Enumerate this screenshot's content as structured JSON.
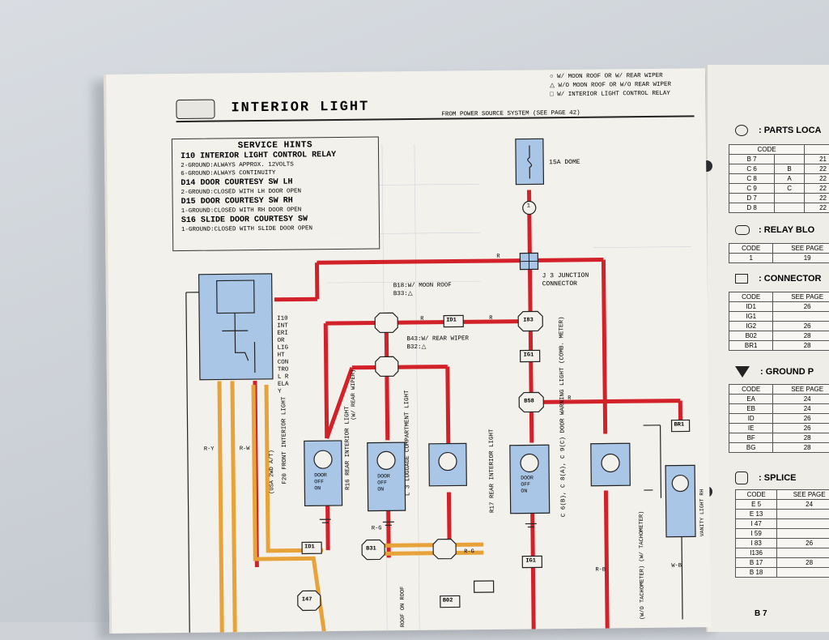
{
  "page": {
    "title": "INTERIOR LIGHT",
    "legend": [
      "○ W/ MOON ROOF OR W/ REAR WIPER",
      "△ W/O MOON ROOF OR W/O REAR WIPER",
      "□ W/ INTERIOR LIGHT CONTROL RELAY"
    ],
    "power_source": "FROM POWER SOURCE SYSTEM (SEE PAGE 42)",
    "service_hints": {
      "title": "SERVICE HINTS",
      "items": [
        {
          "code": "I10",
          "name": "INTERIOR LIGHT CONTROL RELAY",
          "lines": [
            "2-GROUND:ALWAYS APPROX. 12VOLTS",
            "6-GROUND:ALWAYS CONTINUITY"
          ]
        },
        {
          "code": "D14",
          "name": "DOOR COURTESY SW LH",
          "lines": [
            "2-GROUND:CLOSED WITH LH DOOR OPEN"
          ]
        },
        {
          "code": "D15",
          "name": "DOOR COURTESY SW RH",
          "lines": [
            "1-GROUND:CLOSED WITH RH DOOR OPEN"
          ]
        },
        {
          "code": "S16",
          "name": "SLIDE DOOR COURTESY SW",
          "lines": [
            "1-GROUND:CLOSED WITH SLIDE DOOR OPEN"
          ]
        }
      ]
    }
  },
  "diagram": {
    "fuse": "15A DOME",
    "junction_connector": "J 3 JUNCTION CONNECTOR",
    "relay_label": "I10 INTERIOR LIGHT CONTROL RELAY",
    "moon_roof_note": "B18:W/ MOON ROOF B33:△",
    "rear_wiper_note": "B43:W/ REAR WIPER B32:△",
    "rear_wiper_label": "(W/ REAR WIPER)",
    "usa_note": "(USA 2WD A/T)",
    "connectors": [
      "1",
      "ID1",
      "I83",
      "IG1",
      "B58",
      "BR1",
      "I47",
      "B31",
      "B02",
      "IG1",
      "ID1"
    ],
    "components": [
      {
        "code": "F20",
        "name": "FRONT INTERIOR LIGHT"
      },
      {
        "code": "R16",
        "name": "REAR INTERIOR LIGHT"
      },
      {
        "code": "L 3",
        "name": "LUGGAGE COMPARTMENT LIGHT"
      },
      {
        "code": "R17",
        "name": "REAR INTERIOR LIGHT"
      },
      {
        "code": "C 6(B), C 8(A), C 9(C)",
        "name": "DOOR WARNING LIGHT (COMB. METER)"
      },
      {
        "code": "",
        "name": "VANITY LIGHT RH"
      }
    ],
    "switch_labels": [
      "DOOR",
      "OFF",
      "ON"
    ],
    "tach_labels": [
      "(W/O TACHOMETER)",
      "(W/ TACHOMETER)"
    ],
    "wires": [
      "R",
      "R-Y",
      "R-W",
      "R-G",
      "R-B",
      "W-B"
    ],
    "roof_label": "ROOF",
    "roof_label_2": "ON ROOF"
  },
  "right_page": {
    "parts_location": {
      "title": "PARTS LOCA",
      "header": [
        "CODE",
        ""
      ],
      "rows": [
        [
          "B 7",
          "",
          "21"
        ],
        [
          "C 6",
          "B",
          "22"
        ],
        [
          "C 8",
          "A",
          "22"
        ],
        [
          "C 9",
          "C",
          "22"
        ],
        [
          "D 7",
          "",
          "22"
        ],
        [
          "D 8",
          "",
          "22"
        ]
      ]
    },
    "relay_block": {
      "title": "RELAY BLO",
      "header": [
        "CODE",
        "SEE PAGE"
      ],
      "rows": [
        [
          "1",
          "19"
        ]
      ]
    },
    "connector": {
      "title": "CONNECTOR",
      "header": [
        "CODE",
        "SEE PAGE"
      ],
      "rows": [
        [
          "ID1",
          "26"
        ],
        [
          "IG1",
          ""
        ],
        [
          "IG2",
          "26"
        ],
        [
          "B02",
          "28"
        ],
        [
          "BR1",
          "28"
        ]
      ]
    },
    "ground": {
      "title": "GROUND P",
      "header": [
        "CODE",
        "SEE PAGE"
      ],
      "rows": [
        [
          "EA",
          "24"
        ],
        [
          "EB",
          "24"
        ],
        [
          "ID",
          "26"
        ],
        [
          "IE",
          "26"
        ],
        [
          "BF",
          "28"
        ],
        [
          "BG",
          "28"
        ]
      ]
    },
    "splice": {
      "title": "SPLICE",
      "header": [
        "CODE",
        "SEE PAGE"
      ],
      "rows": [
        [
          "E 5",
          "24"
        ],
        [
          "E 13",
          ""
        ],
        [
          "I 47",
          ""
        ],
        [
          "I 59",
          ""
        ],
        [
          "I 83",
          "26"
        ],
        [
          "I136",
          ""
        ],
        [
          "B 17",
          "28"
        ],
        [
          "B 18",
          ""
        ]
      ]
    },
    "footer": "B 7"
  },
  "colors": {
    "wire_red": "#d3212a",
    "wire_orange": "#e8a23a",
    "component_fill": "#a9c6e6"
  }
}
